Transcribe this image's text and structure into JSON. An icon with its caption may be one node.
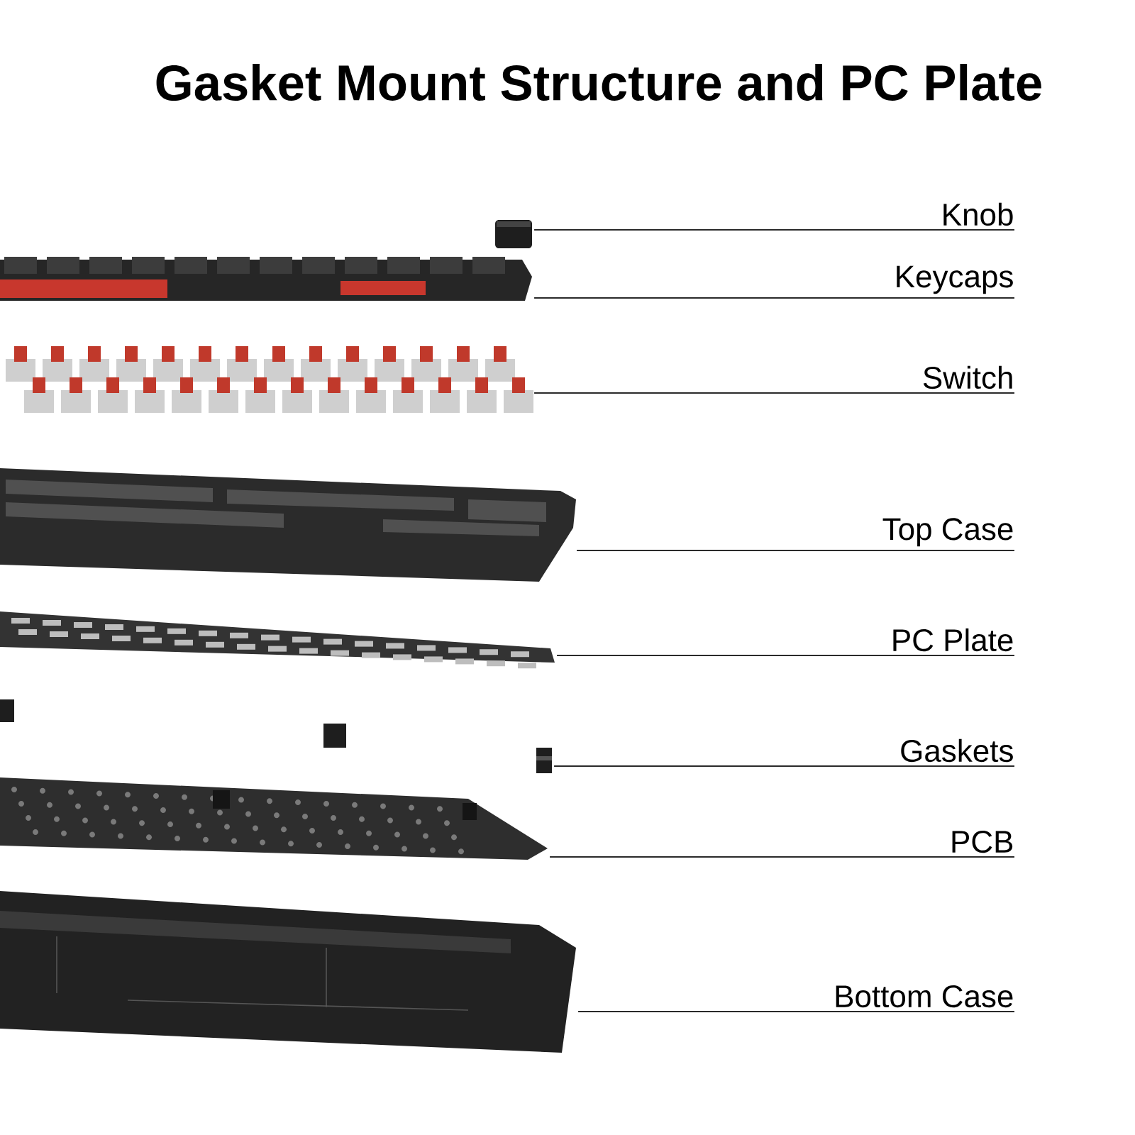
{
  "diagram": {
    "title": "Gasket Mount Structure and PC Plate",
    "nodes": [
      {
        "text": [
          "Knob"
        ]
      },
      {
        "text": [],
        "shape": "picture"
      },
      {
        "text": [
          "Keycaps"
        ]
      },
      {
        "text": [],
        "shape": "picture"
      },
      {
        "text": [
          "Switch"
        ]
      },
      {
        "text": [],
        "shape": "picture"
      },
      {
        "text": [
          "Top Case"
        ]
      },
      {
        "text": [],
        "shape": "picture"
      },
      {
        "text": [
          "PC Plate"
        ]
      },
      {
        "text": [],
        "shape": "picture"
      },
      {
        "text": [
          "Gaskets"
        ]
      },
      {
        "text": [],
        "shape": "picture"
      },
      {
        "text": [
          "PCB"
        ]
      },
      {
        "text": [],
        "shape": "picture"
      },
      {
        "text": [
          "Bottom Case"
        ]
      },
      {
        "text": [],
        "shape": "picture"
      }
    ],
    "edges": [
      {
        "from": 0,
        "to": 1,
        "arrow": "none"
      },
      {
        "from": 2,
        "to": 3,
        "arrow": "none"
      },
      {
        "from": 4,
        "to": 5,
        "arrow": "none"
      },
      {
        "from": 6,
        "to": 7,
        "arrow": "none"
      },
      {
        "from": 8,
        "to": 9,
        "arrow": "none"
      },
      {
        "from": 10,
        "to": 11,
        "arrow": "none"
      },
      {
        "from": 12,
        "to": 13,
        "arrow": "none"
      },
      {
        "from": 14,
        "to": 15,
        "arrow": "none"
      }
    ]
  }
}
